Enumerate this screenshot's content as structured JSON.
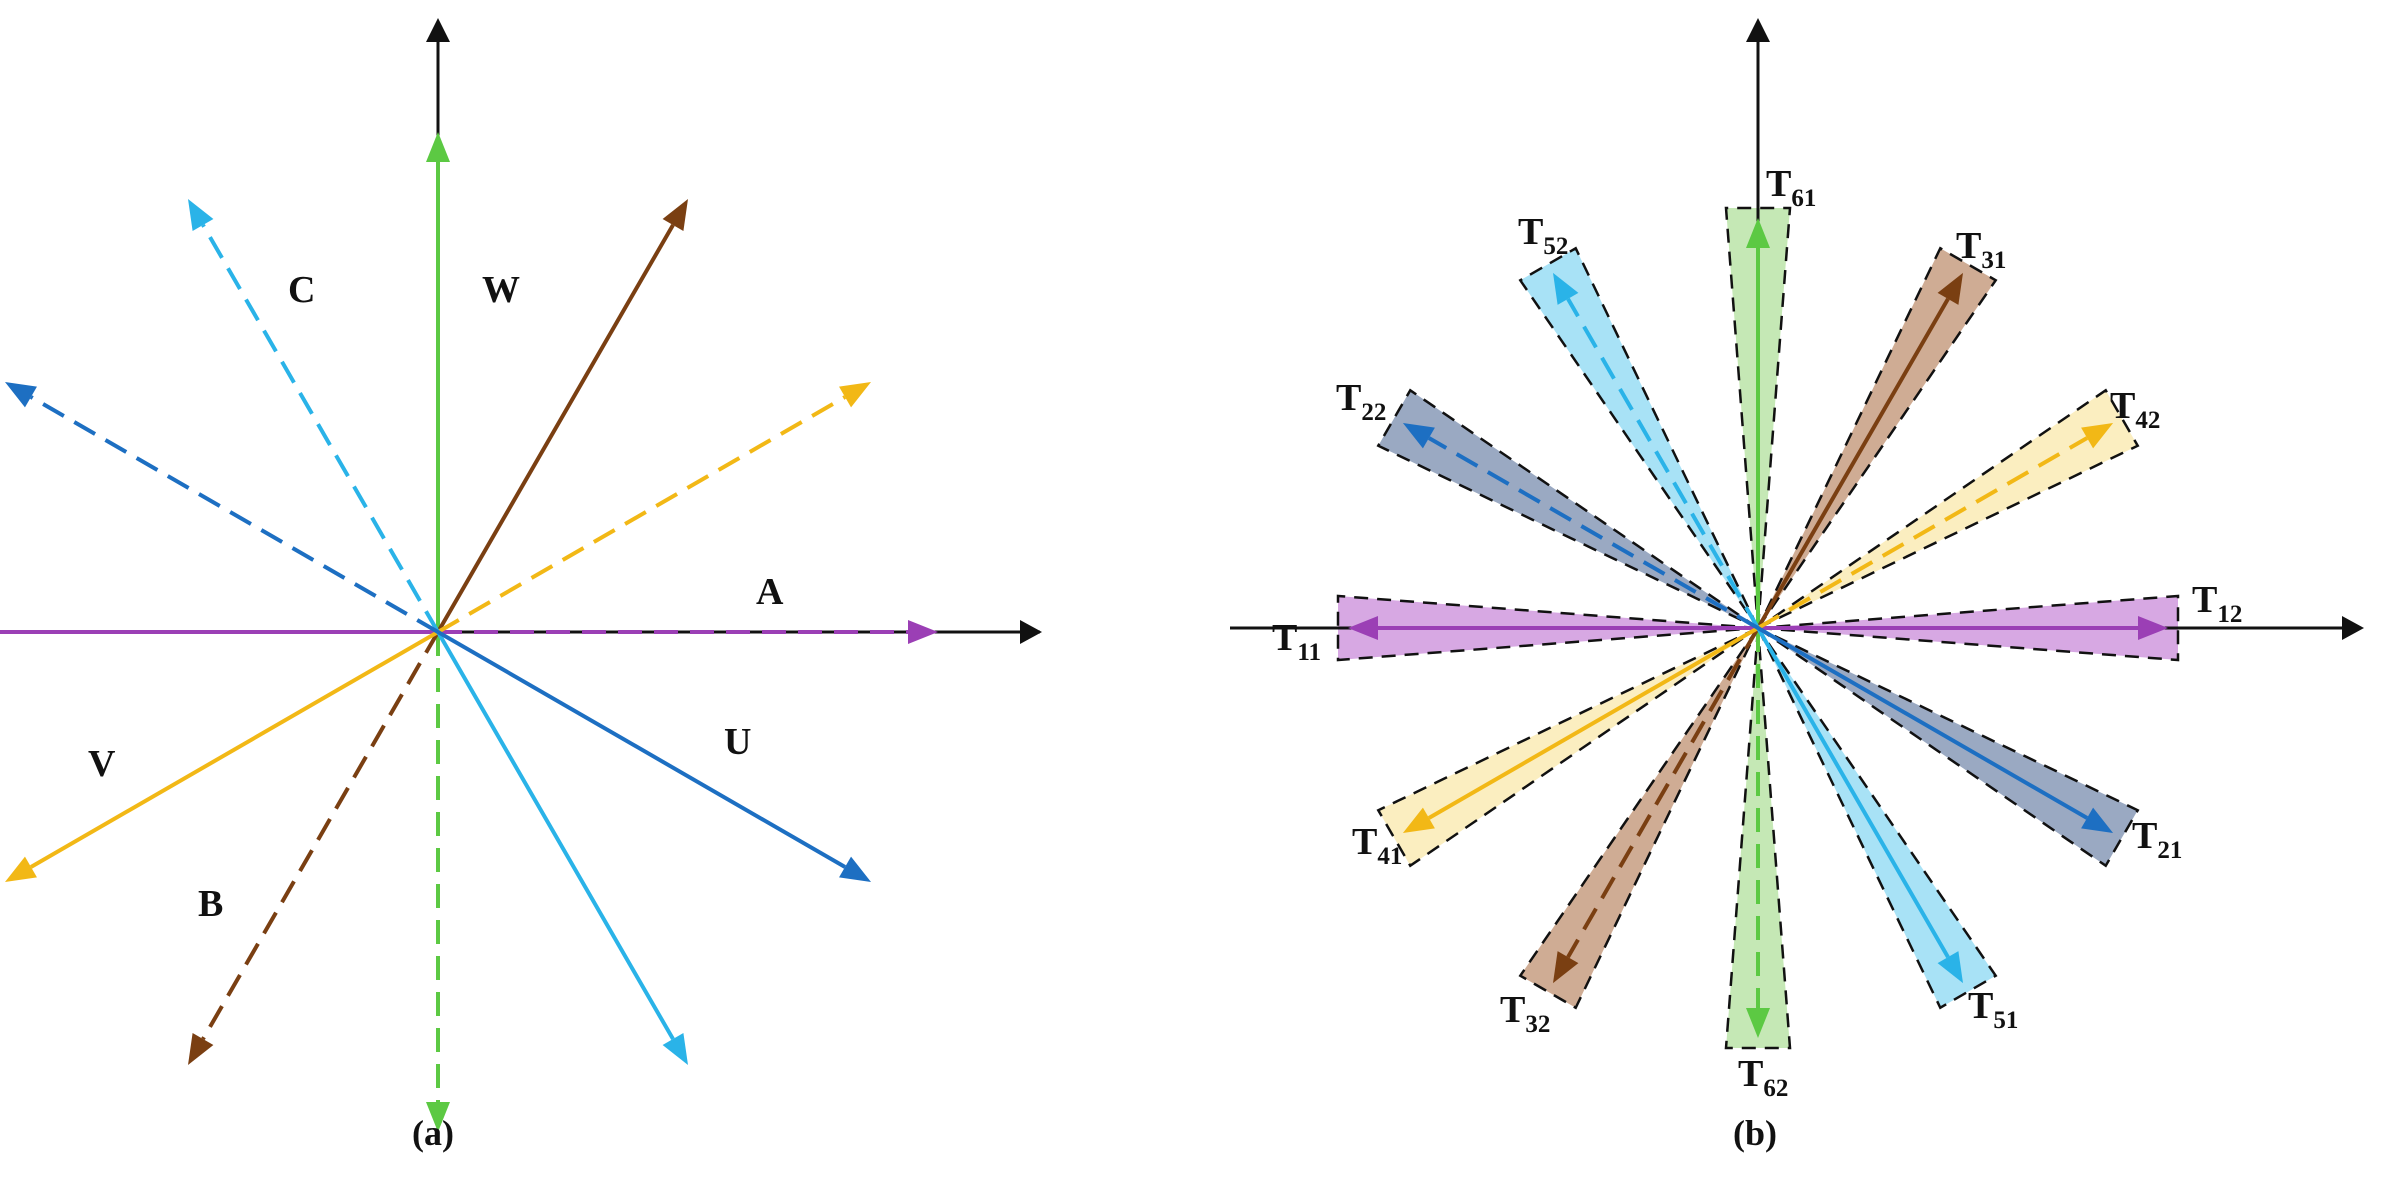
{
  "panels": {
    "a": {
      "caption": "(a)",
      "vectors": [
        {
          "name": "A",
          "angle": 0,
          "color": "#9b3fb5",
          "dashed": true,
          "label": "A"
        },
        {
          "name": "A-solid",
          "angle": 180,
          "color": "#9b3fb5",
          "dashed": false,
          "label": ""
        },
        {
          "name": "W",
          "angle": 90,
          "color": "#5cc943",
          "dashed": false,
          "label": "W"
        },
        {
          "name": "W-dashed",
          "angle": 270,
          "color": "#5cc943",
          "dashed": true,
          "label": ""
        },
        {
          "name": "brown-solid",
          "angle": 60,
          "color": "#7a3f12",
          "dashed": false,
          "label": ""
        },
        {
          "name": "B",
          "angle": 240,
          "color": "#7a3f12",
          "dashed": true,
          "label": "B"
        },
        {
          "name": "yellow-dashed",
          "angle": 30,
          "color": "#f2b816",
          "dashed": true,
          "label": ""
        },
        {
          "name": "V",
          "angle": 210,
          "color": "#f2b816",
          "dashed": false,
          "label": "V"
        },
        {
          "name": "C",
          "angle": 120,
          "color": "#2ab3e8",
          "dashed": true,
          "label": "C"
        },
        {
          "name": "cyan-solid",
          "angle": 300,
          "color": "#2ab3e8",
          "dashed": false,
          "label": ""
        },
        {
          "name": "blue-dashed",
          "angle": 150,
          "color": "#1d6fc2",
          "dashed": true,
          "label": ""
        },
        {
          "name": "U",
          "angle": 330,
          "color": "#1d6fc2",
          "dashed": false,
          "label": "U"
        }
      ]
    },
    "b": {
      "caption": "(b)",
      "vectors": [
        {
          "name": "T12",
          "angle": 0,
          "color": "#9b3fb5",
          "fill": "#d7a8e3",
          "dashed": false,
          "label": "T",
          "sub": "12"
        },
        {
          "name": "T11",
          "angle": 180,
          "color": "#9b3fb5",
          "fill": "#d7a8e3",
          "dashed": false,
          "label": "T",
          "sub": "11"
        },
        {
          "name": "T61",
          "angle": 90,
          "color": "#5cc943",
          "fill": "#c5e8b5",
          "dashed": false,
          "label": "T",
          "sub": "61"
        },
        {
          "name": "T62",
          "angle": 270,
          "color": "#5cc943",
          "fill": "#c5e8b5",
          "dashed": true,
          "label": "T",
          "sub": "62"
        },
        {
          "name": "T31",
          "angle": 60,
          "color": "#7a3f12",
          "fill": "#cfac94",
          "dashed": false,
          "label": "T",
          "sub": "31"
        },
        {
          "name": "T32",
          "angle": 240,
          "color": "#7a3f12",
          "fill": "#cfac94",
          "dashed": true,
          "label": "T",
          "sub": "32"
        },
        {
          "name": "T42",
          "angle": 30,
          "color": "#f2b816",
          "fill": "#fbeec0",
          "dashed": true,
          "label": "T",
          "sub": "42"
        },
        {
          "name": "T41",
          "angle": 210,
          "color": "#f2b816",
          "fill": "#fbeec0",
          "dashed": false,
          "label": "T",
          "sub": "41"
        },
        {
          "name": "T52",
          "angle": 120,
          "color": "#2ab3e8",
          "fill": "#a8e2f6",
          "dashed": true,
          "label": "T",
          "sub": "52"
        },
        {
          "name": "T51",
          "angle": 300,
          "color": "#2ab3e8",
          "fill": "#a8e2f6",
          "dashed": false,
          "label": "T",
          "sub": "51"
        },
        {
          "name": "T22",
          "angle": 150,
          "color": "#1d6fc2",
          "fill": "#9aa9c2",
          "dashed": true,
          "label": "T",
          "sub": "22"
        },
        {
          "name": "T21",
          "angle": 330,
          "color": "#1d6fc2",
          "fill": "#9aa9c2",
          "dashed": false,
          "label": "T",
          "sub": "21"
        }
      ]
    }
  }
}
